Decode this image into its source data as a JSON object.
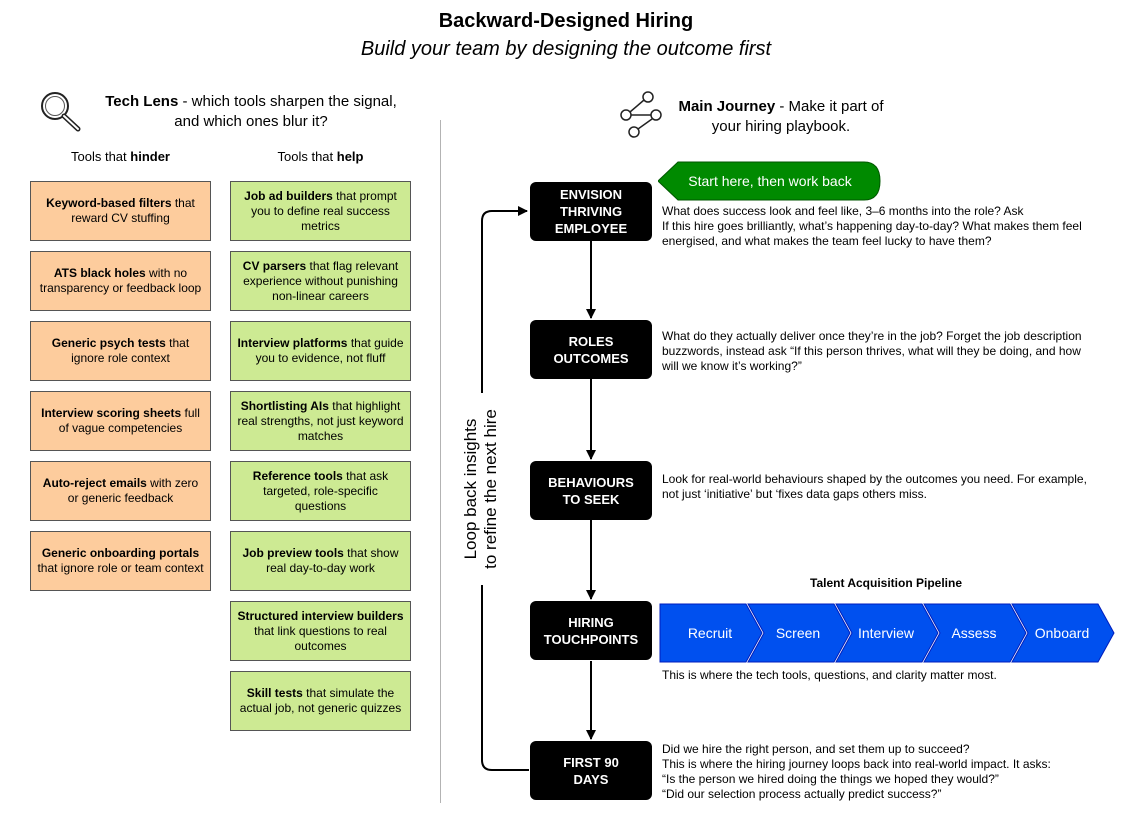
{
  "title": "Backward-Designed Hiring",
  "subtitle": "Build your team by designing the outcome first",
  "tech_lens": {
    "heading_bold": "Tech Lens",
    "heading_rest": " - which tools sharpen the signal,",
    "heading_line2": "and which ones blur it?",
    "hinder_prefix": "Tools that ",
    "hinder_word": "hinder",
    "help_prefix": "Tools that ",
    "help_word": "help",
    "hinder": [
      {
        "bold": "Keyword-based filters",
        "rest": " that reward CV stuffing"
      },
      {
        "bold": "ATS black holes",
        "rest": " with no transparency or feedback loop"
      },
      {
        "bold": "Generic psych tests",
        "rest": " that ignore role context"
      },
      {
        "bold": "Interview scoring sheets",
        "rest": " full of vague competencies"
      },
      {
        "bold": "Auto-reject emails",
        "rest": " with zero or generic feedback"
      },
      {
        "bold": "Generic onboarding portals",
        "rest": " that ignore role or team context"
      }
    ],
    "help": [
      {
        "bold": "Job ad builders",
        "rest": " that prompt you to define real success metrics"
      },
      {
        "bold": "CV parsers",
        "rest": " that flag relevant experience without punishing non-linear careers"
      },
      {
        "bold": "Interview platforms",
        "rest": " that guide you to evidence, not fluff"
      },
      {
        "bold": "Shortlisting AIs",
        "rest": " that highlight real strengths, not just keyword matches"
      },
      {
        "bold": "Reference tools",
        "rest": " that ask targeted, role-specific questions"
      },
      {
        "bold": "Job preview tools",
        "rest": " that show real day-to-day work"
      },
      {
        "bold": "Structured interview builders",
        "rest": " that link questions to real outcomes"
      },
      {
        "bold": "Skill tests",
        "rest": " that simulate the actual job, not generic quizzes"
      }
    ]
  },
  "journey": {
    "heading_bold": "Main Journey",
    "heading_rest": " - Make it part of",
    "heading_line2": "your hiring playbook.",
    "start_label": "Start here, then work back",
    "loop_line1": "Loop back insights",
    "loop_line2": "to refine the next hire",
    "stages": [
      {
        "label": "ENVISION\nTHRIVING\nEMPLOYEE",
        "desc": [
          "What does success look and feel like, 3–6 months into the role? Ask",
          "If this hire goes brilliantly, what’s happening day-to-day? What makes them feel",
          "energised, and what makes the team feel lucky to have them?"
        ]
      },
      {
        "label": "ROLES\nOUTCOMES",
        "desc": [
          "What do they actually deliver once they’re in the job? Forget the job description",
          "buzzwords, instead ask “If this person thrives, what will they be doing, and how",
          "will we know it’s working?”"
        ]
      },
      {
        "label": "BEHAVIOURS\nTO SEEK",
        "desc": [
          "Look for real-world behaviours shaped by the outcomes you need. For example,",
          "not just ‘initiative’ but ‘fixes data gaps others miss."
        ]
      },
      {
        "label": "HIRING\nTOUCHPOINTS",
        "desc": [
          "This is where the tech tools, questions, and clarity matter most."
        ]
      },
      {
        "label": "FIRST 90\nDAYS",
        "desc": [
          "Did we hire the right person, and set them up to succeed?",
          "This is where the hiring journey loops back into real-world impact. It asks:",
          "“Is the person we hired doing the things we hoped they would?”",
          "“Did our selection process actually predict success?”"
        ]
      }
    ],
    "pipeline_title": "Talent Acquisition Pipeline",
    "pipeline": [
      "Recruit",
      "Screen",
      "Interview",
      "Assess",
      "Onboard"
    ]
  },
  "colors": {
    "hinder": "#fdcc9d",
    "help": "#cdea93",
    "stage": "#000000",
    "start": "#008a00",
    "pipeline": "#0050ef"
  },
  "icons": [
    "magnifier-icon",
    "journey-network-icon"
  ]
}
